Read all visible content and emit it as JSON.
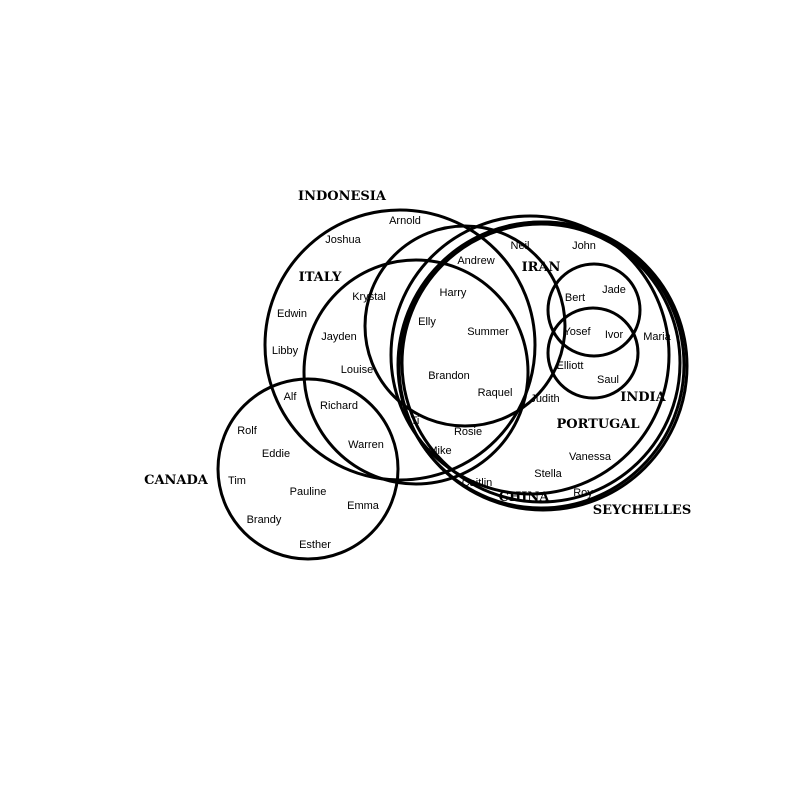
{
  "sets": [
    {
      "id": "indonesia",
      "label": "INDONESIA"
    },
    {
      "id": "italy",
      "label": "ITALY"
    },
    {
      "id": "canada",
      "label": "CANADA"
    },
    {
      "id": "iran",
      "label": "IRAN"
    },
    {
      "id": "india",
      "label": "INDIA"
    },
    {
      "id": "portugal",
      "label": "PORTUGAL"
    },
    {
      "id": "china",
      "label": "CHINA"
    },
    {
      "id": "seychelles",
      "label": "SEYCHELLES"
    },
    {
      "id": "small-upper",
      "label": ""
    },
    {
      "id": "small-lower",
      "label": ""
    }
  ],
  "members": [
    "Arnold",
    "Joshua",
    "Edwin",
    "Libby",
    "Alf",
    "Krystal",
    "Jayden",
    "Louise",
    "Richard",
    "Warren",
    "Rolf",
    "Eddie",
    "Tim",
    "Pauline",
    "Emma",
    "Brandy",
    "Esther",
    "Andrew",
    "Harry",
    "Elly",
    "Summer",
    "Brandon",
    "Raquel",
    "Neil",
    "John",
    "Bert",
    "Jade",
    "Yosef",
    "Ivor",
    "Maria",
    "Elliott",
    "Saul",
    "Judith",
    "Ti",
    "Rosie",
    "Mike",
    "Caitlin",
    "Stella",
    "Vanessa",
    "Roy"
  ]
}
